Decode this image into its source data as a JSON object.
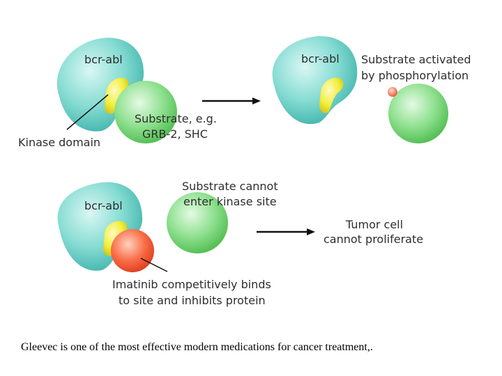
{
  "panel_top_left": {
    "enzyme_label": "bcr-abl",
    "substrate_label_line1": "Substrate, e.g.",
    "substrate_label_line2": "GRB-2, SHC",
    "kinase_domain_label": "Kinase domain"
  },
  "panel_top_right": {
    "enzyme_label": "bcr-abl",
    "activated_line1": "Substrate activated",
    "activated_line2": "by phosphorylation"
  },
  "panel_bottom": {
    "enzyme_label": "bcr-abl",
    "cannot_enter_line1": "Substrate cannot",
    "cannot_enter_line2": "enter kinase site",
    "tumor_line1": "Tumor cell",
    "tumor_line2": "cannot proliferate",
    "imatinib_line1": "Imatinib competitively binds",
    "imatinib_line2": "to site and inhibits protein"
  },
  "caption": "Gleevec is one of the most effective modern medications for cancer treatment,.",
  "colors": {
    "enzyme": "#7dd8cf",
    "kinase": "#f2ee3c",
    "substrate": "#86dd86",
    "imatinib": "#f5603c",
    "phosphate": "#f08a70"
  }
}
